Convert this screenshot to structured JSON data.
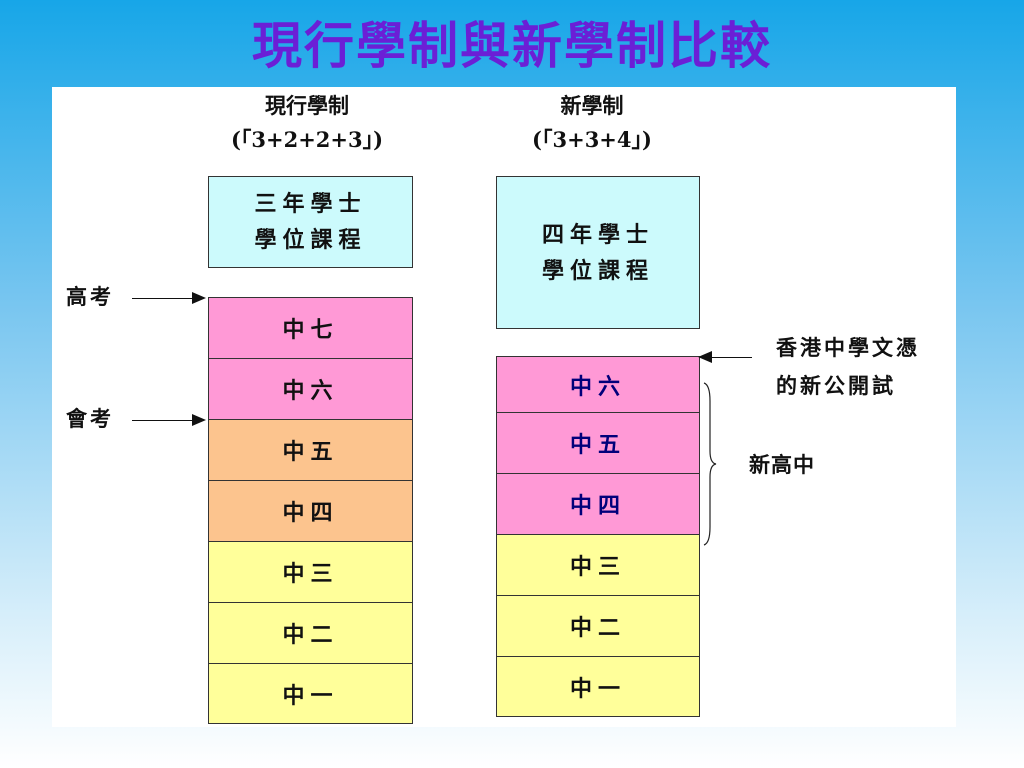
{
  "title": "現行學制與新學制比較",
  "current": {
    "heading": "現行學制",
    "formula": "(「3+2+2+3」)",
    "degree_line1": "三年學士",
    "degree_line2": "學位課程",
    "levels": [
      "中七",
      "中六",
      "中五",
      "中四",
      "中三",
      "中二",
      "中一"
    ]
  },
  "new": {
    "heading": "新學制",
    "formula": "(「3+3+4」)",
    "degree_line1": "四年學士",
    "degree_line2": "學位課程",
    "levels": [
      "中六",
      "中五",
      "中四",
      "中三",
      "中二",
      "中一"
    ]
  },
  "annotations": {
    "hkale": "高考",
    "hkcee": "會考",
    "hkdse_line1": "香港中學文憑",
    "hkdse_line2": "的新公開試",
    "nss": "新高中"
  },
  "colors": {
    "title": "#6b1fd6",
    "degree_box": "#ccfafc",
    "senior": "#ff99d6",
    "middle": "#fcc48e",
    "junior": "#ffff9a",
    "new_senior_text": "#00007a"
  }
}
